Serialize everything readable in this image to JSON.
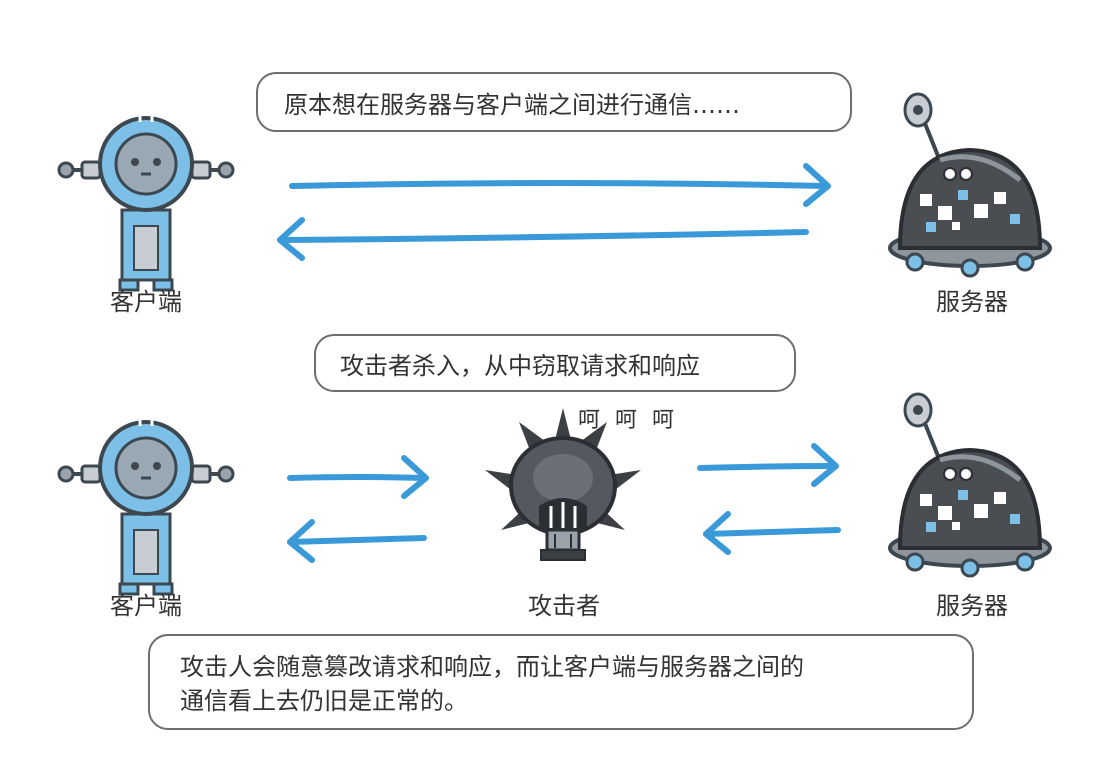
{
  "top": {
    "bubble": "原本想在服务器与客户端之间进行通信……",
    "client_label": "客户端",
    "server_label": "服务器"
  },
  "middle": {
    "bubble": "攻击者杀入，从中窃取请求和响应",
    "laugh": "呵 呵 呵",
    "client_label": "客户端",
    "attacker_label": "攻击者",
    "server_label": "服务器"
  },
  "bottom": {
    "bubble_line1": "攻击人会随意篡改请求和响应，而让客户端与服务器之间的",
    "bubble_line2": "通信看上去仍旧是正常的。"
  },
  "colors": {
    "arrow": "#3a9ad9",
    "robot_body": "#7cc0e8",
    "robot_dark": "#3d4750",
    "server_shell": "#4a4d52",
    "attacker": "#3c3f44"
  },
  "icons": {
    "client": "robot-client-icon",
    "server": "robot-server-icon",
    "attacker": "spiky-attacker-icon"
  }
}
